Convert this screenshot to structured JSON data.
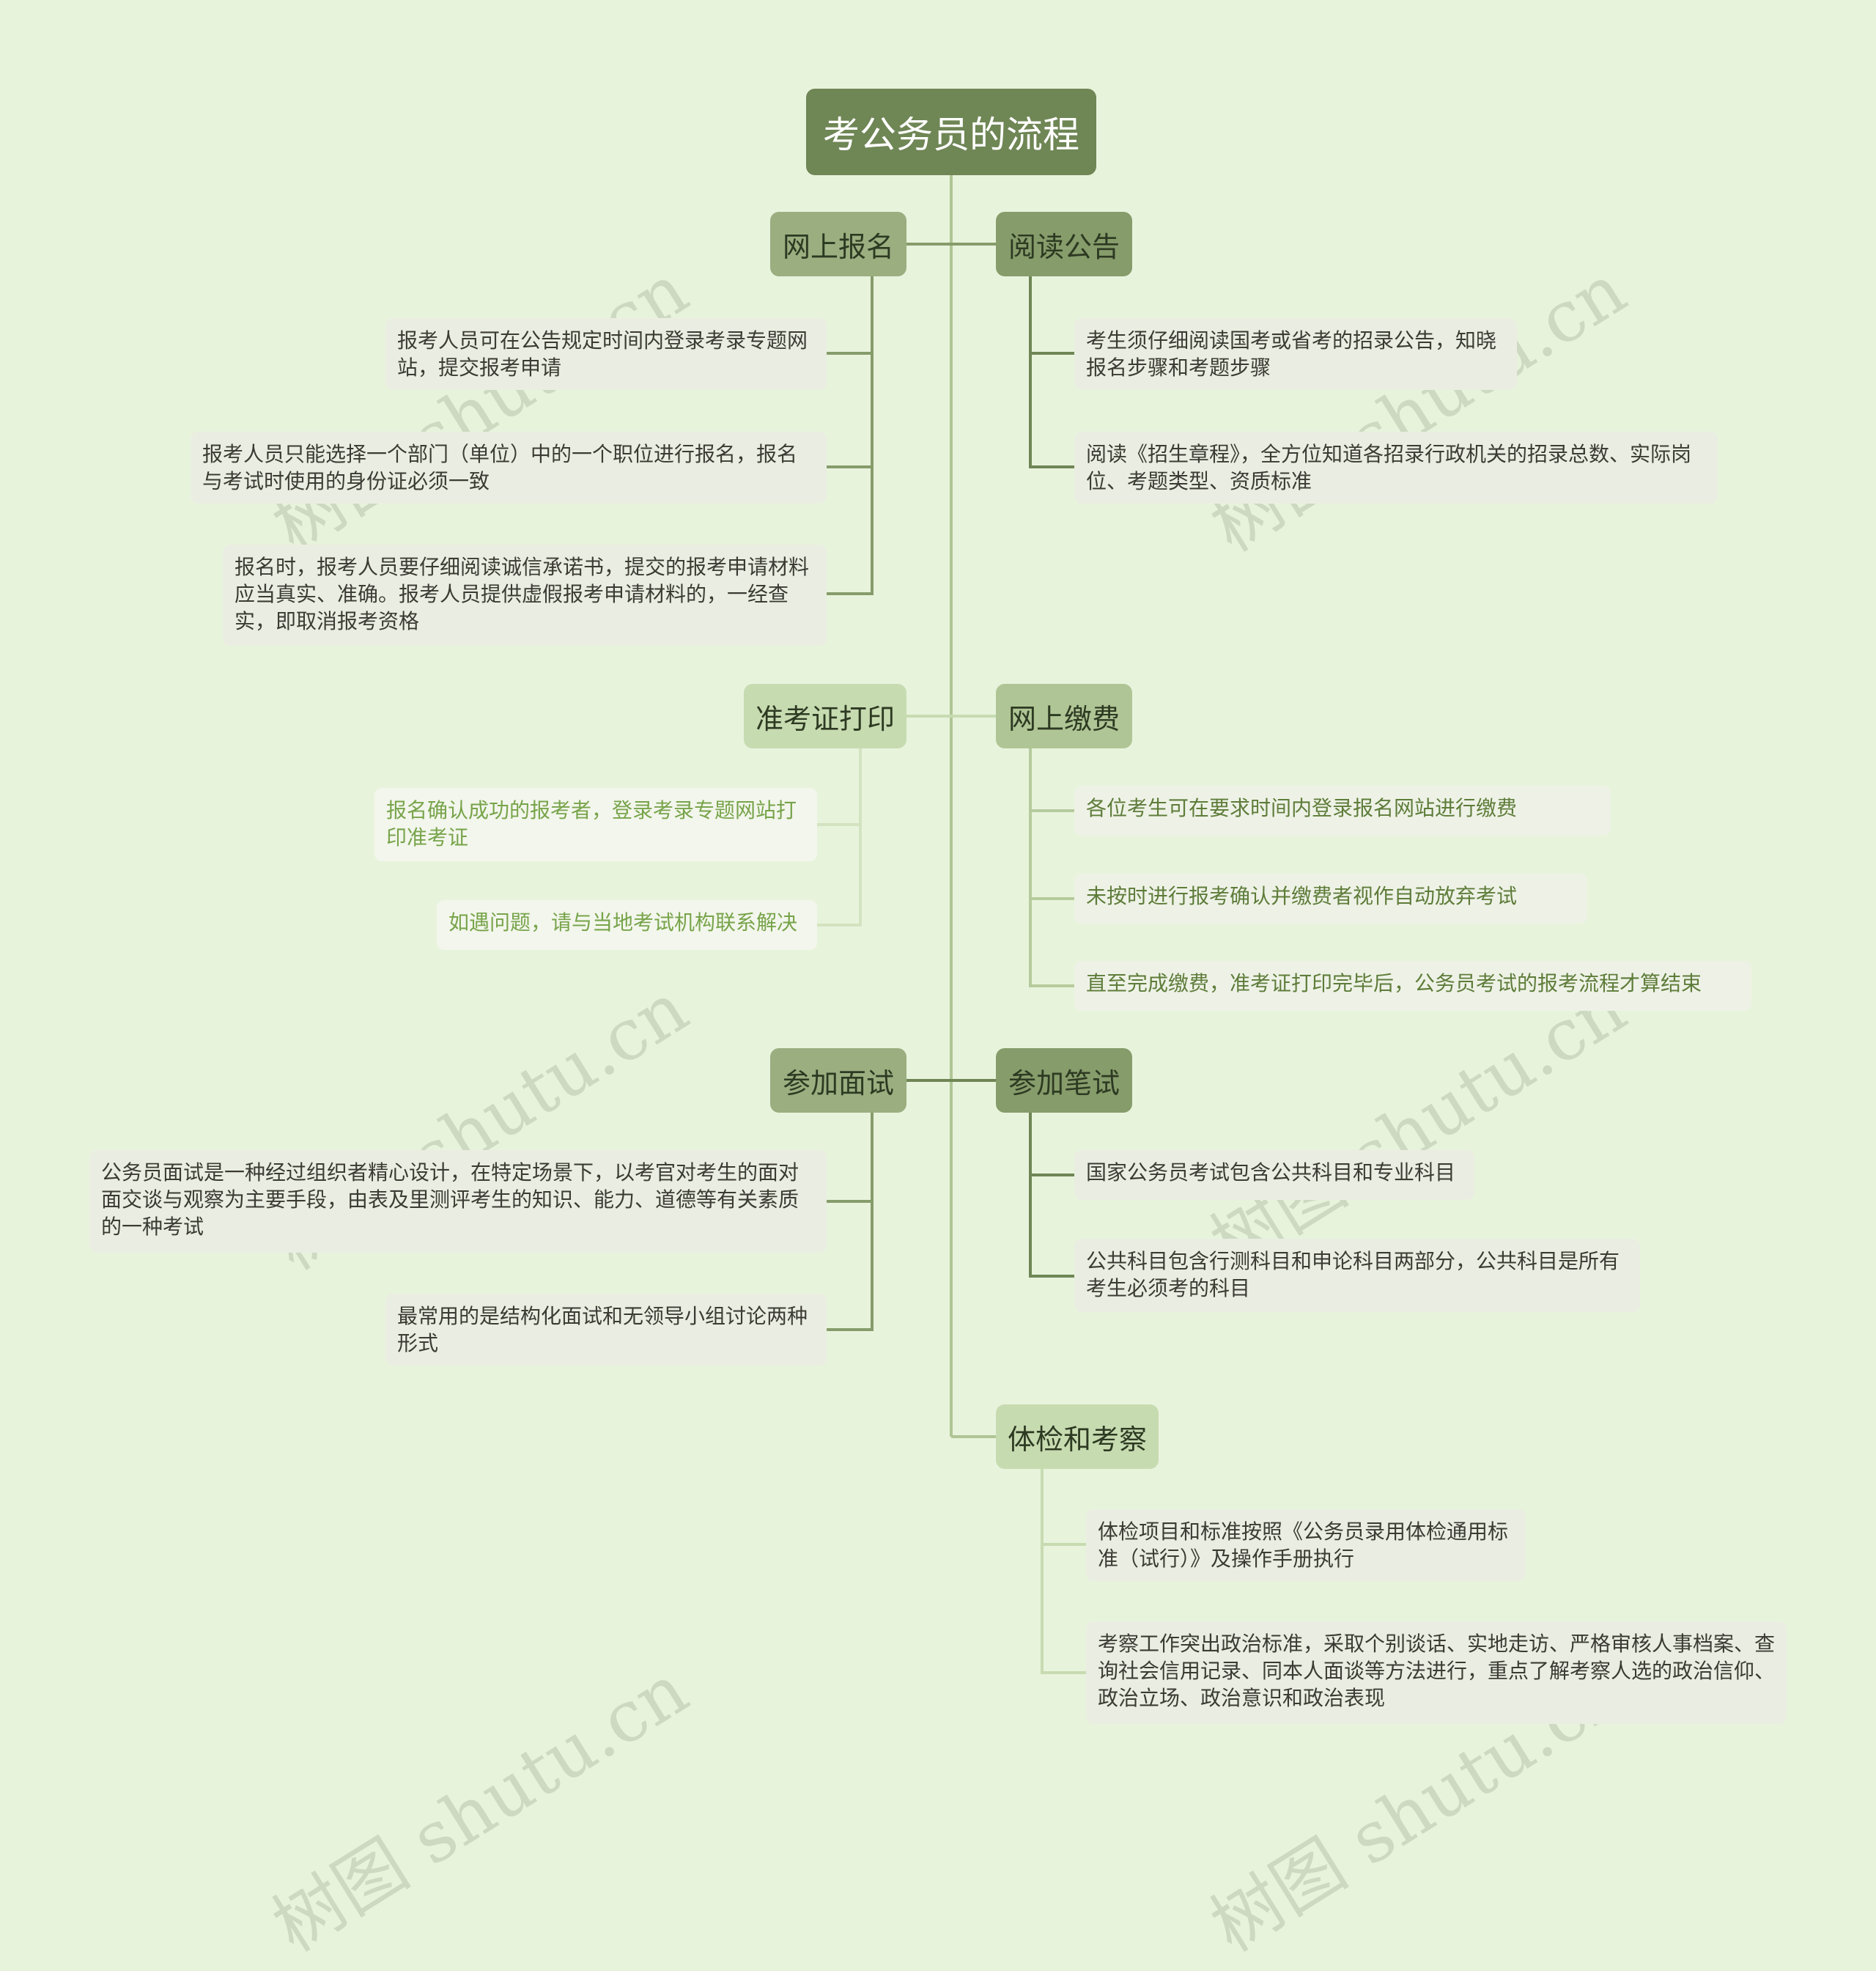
{
  "root": {
    "title": "考公务员的流程"
  },
  "topics": {
    "online_register": {
      "label": "网上报名",
      "items": [
        "报考人员可在公告规定时间内登录考录专题网站，提交报考申请",
        "报考人员只能选择一个部门（单位）中的一个职位进行报名，报名与考试时使用的身份证必须一致",
        "报名时，报考人员要仔细阅读诚信承诺书，提交的报考申请材料应当真实、准确。报考人员提供虚假报考申请材料的，一经查实，即取消报考资格"
      ]
    },
    "read_notice": {
      "label": "阅读公告",
      "items": [
        "考生须仔细阅读国考或省考的招录公告，知晓报名步骤和考题步骤",
        "阅读《招生章程》，全方位知道各招录行政机关的招录总数、实际岗位、考题类型、资质标准"
      ]
    },
    "print_ticket": {
      "label": "准考证打印",
      "items": [
        "报名确认成功的报考者，登录考录专题网站打印准考证",
        "如遇问题，请与当地考试机构联系解决"
      ]
    },
    "online_pay": {
      "label": "网上缴费",
      "items": [
        "各位考生可在要求时间内登录报名网站进行缴费",
        "未按时进行报考确认并缴费者视作自动放弃考试",
        "直至完成缴费，准考证打印完毕后，公务员考试的报考流程才算结束"
      ]
    },
    "interview": {
      "label": "参加面试",
      "items": [
        "公务员面试是一种经过组织者精心设计，在特定场景下，以考官对考生的面对面交谈与观察为主要手段，由表及里测评考生的知识、能力、道德等有关素质的一种考试",
        "最常用的是结构化面试和无领导小组讨论两种形式"
      ]
    },
    "written_exam": {
      "label": "参加笔试",
      "items": [
        "国家公务员考试包含公共科目和专业科目",
        "公共科目包含行测科目和申论科目两部分，公共科目是所有考生必须考的科目"
      ]
    },
    "physical_exam": {
      "label": "体检和考察",
      "items": [
        "体检项目和标准按照《公务员录用体检通用标准（试行）》及操作手册执行",
        "考察工作突出政治标准，采取个别谈话、实地走访、严格审核人事档案、查询社会信用记录、同本人面谈等方法进行，重点了解考察人选的政治信仰、政治立场、政治意识和政治表现"
      ]
    }
  },
  "watermark": "树图 shutu.cn",
  "colors": {
    "background": "#e8f3dc",
    "root": "#6f8655",
    "line": "#a9bf8d"
  }
}
